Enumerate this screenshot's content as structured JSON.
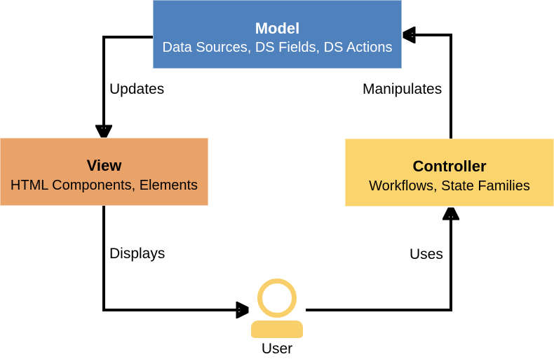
{
  "diagram": {
    "nodes": {
      "model": {
        "title": "Model",
        "subtitle": "Data Sources, DS Fields, DS Actions"
      },
      "view": {
        "title": "View",
        "subtitle": "HTML Components, Elements"
      },
      "controller": {
        "title": "Controller",
        "subtitle": "Workflows, State Families"
      },
      "user": {
        "label": "User"
      }
    },
    "edges": {
      "model_to_view": {
        "label": "Updates"
      },
      "controller_to_model": {
        "label": "Manipulates"
      },
      "view_to_user": {
        "label": "Displays"
      },
      "user_to_controller": {
        "label": "Uses"
      }
    }
  },
  "colors": {
    "background": "#FFFFFF",
    "model_fill": "#4F81BD",
    "model_text": "#FFFFFF",
    "view_fill": "#E9A268",
    "controller_fill": "#FBD46D",
    "user_icon": "#F9CF6B",
    "node_text": "#000000",
    "arrow": "#000000"
  }
}
